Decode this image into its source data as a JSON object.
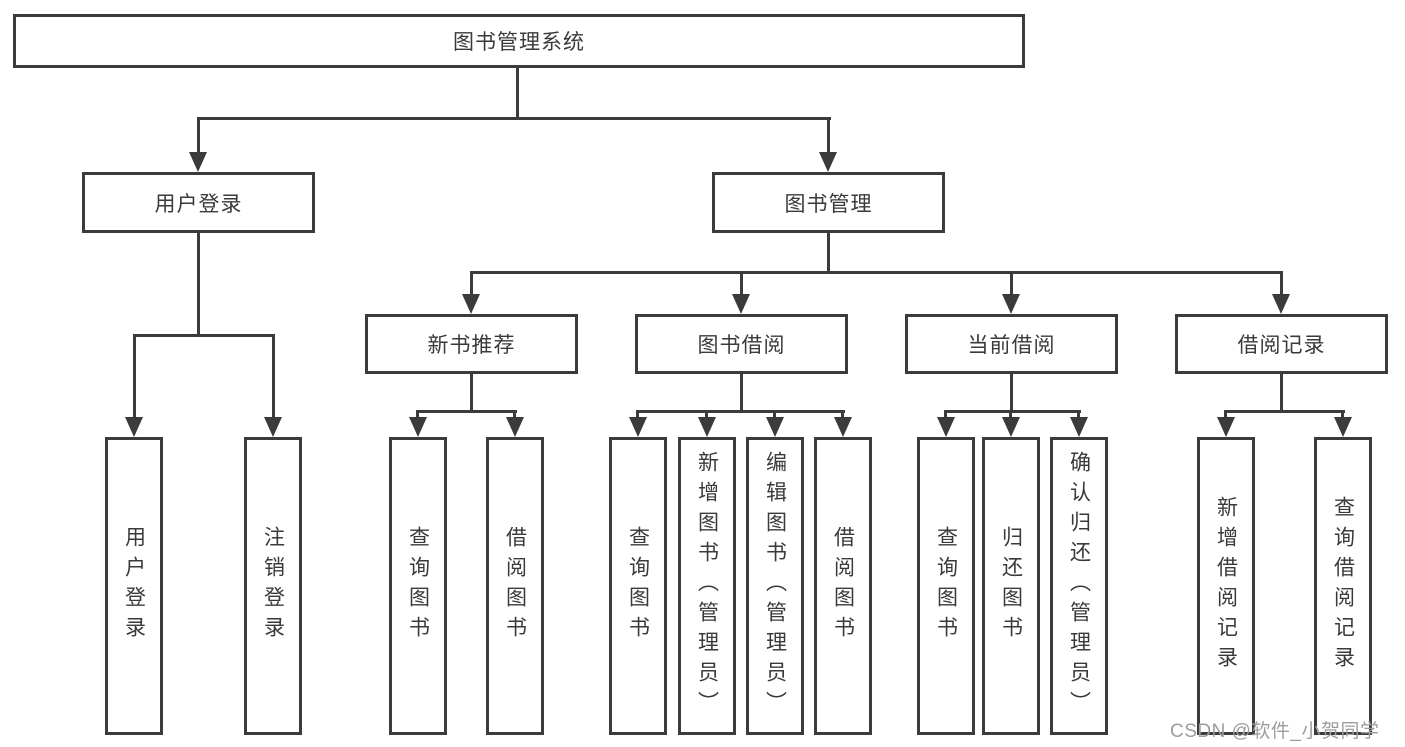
{
  "diagram": {
    "root": {
      "label": "图书管理系统"
    },
    "children": [
      {
        "label": "用户登录",
        "children": [
          {
            "label": "用户登录"
          },
          {
            "label": "注销登录"
          }
        ]
      },
      {
        "label": "图书管理",
        "children": [
          {
            "label": "新书推荐",
            "children": [
              {
                "label": "查询图书"
              },
              {
                "label": "借阅图书"
              }
            ]
          },
          {
            "label": "图书借阅",
            "children": [
              {
                "label": "查询图书"
              },
              {
                "label": "新增图书（管理员）"
              },
              {
                "label": "编辑图书（管理员）"
              },
              {
                "label": "借阅图书"
              }
            ]
          },
          {
            "label": "当前借阅",
            "children": [
              {
                "label": "查询图书"
              },
              {
                "label": "归还图书"
              },
              {
                "label": "确认归还（管理员）"
              }
            ]
          },
          {
            "label": "借阅记录",
            "children": [
              {
                "label": "新增借阅记录"
              },
              {
                "label": "查询借阅记录"
              }
            ]
          }
        ]
      }
    ]
  },
  "watermark": {
    "text": "CSDN @软件_小贺同学"
  },
  "colors": {
    "line": "#3b3b3b",
    "text": "#3a3a3a",
    "background": "#ffffff",
    "watermark": "#9d9d9d"
  }
}
